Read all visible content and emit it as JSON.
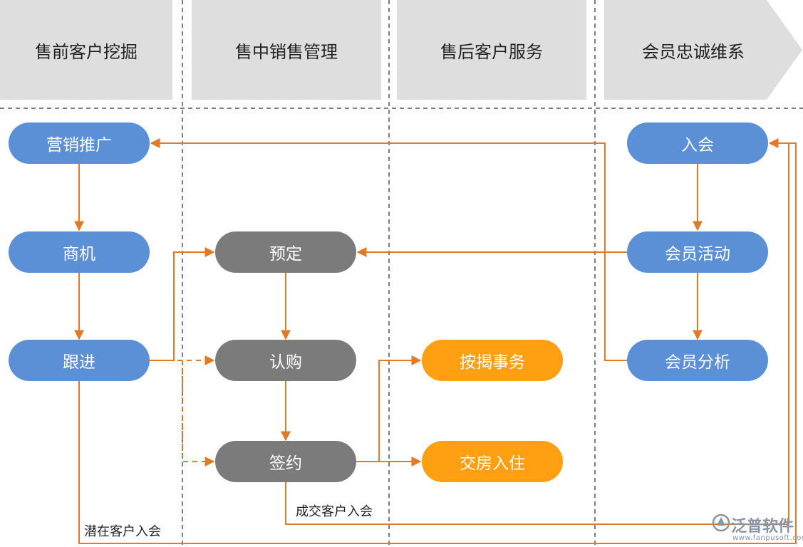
{
  "headers": [
    "售前客户挖掘",
    "售中销售管理",
    "售后客户服务",
    "会员忠诚维系"
  ],
  "nodes": {
    "marketing": "营销推广",
    "opportunity": "商机",
    "follow_up": "跟进",
    "reservation": "预定",
    "subscription": "认购",
    "signing": "签约",
    "mortgage": "按揭事务",
    "handover": "交房入住",
    "join": "入会",
    "member_activity": "会员活动",
    "member_analysis": "会员分析"
  },
  "labels": {
    "potential_join": "潜在客户入会",
    "deal_join": "成交客户入会"
  },
  "logo": {
    "name": "泛普软件",
    "url": "www.fanpusoft.com"
  },
  "colors": {
    "header_bg": "#dedede",
    "blue_node": "#5b8fd6",
    "gray_node": "#7b7b7b",
    "orange_node": "#ff9f11",
    "connector": "#e07a26",
    "divider": "#555555"
  }
}
